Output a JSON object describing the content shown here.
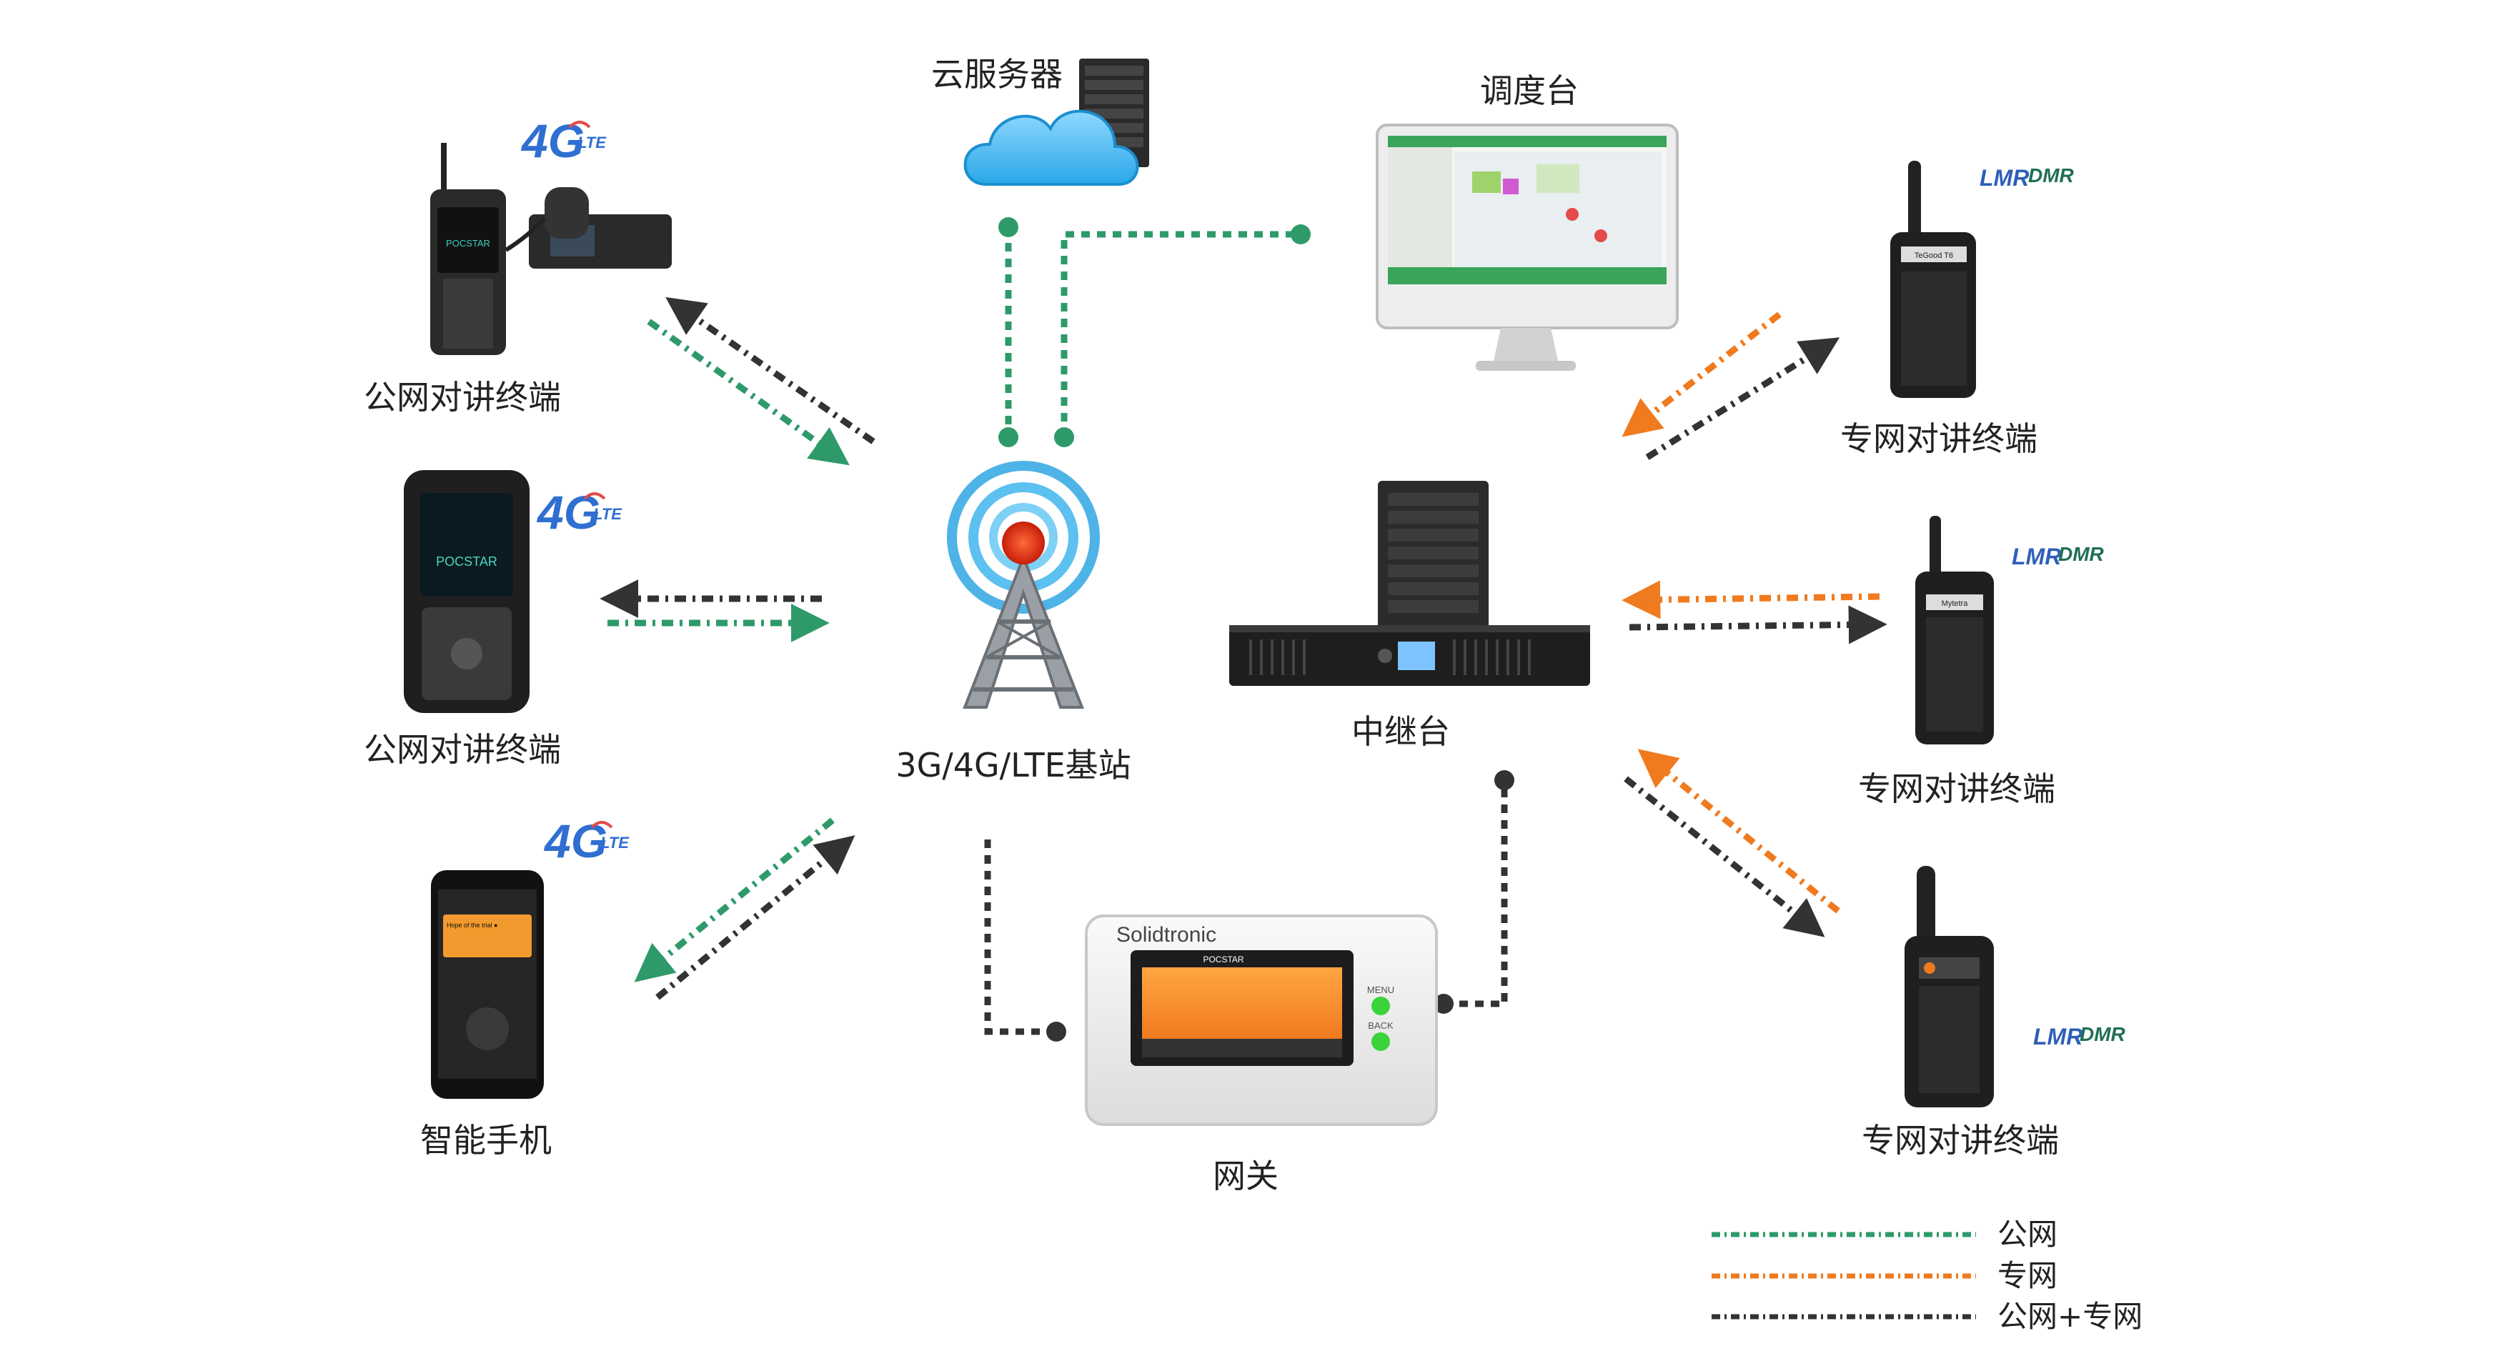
{
  "nodes": {
    "cloud_server": {
      "label": "云服务器"
    },
    "dispatch": {
      "label": "调度台"
    },
    "base_station": {
      "label": "3G/4G/LTE基站"
    },
    "repeater": {
      "label": "中继台"
    },
    "gateway": {
      "label": "网关",
      "brand": "Solidtronic",
      "screen_title": "POCSTAR",
      "menu_label": "MENU",
      "back_label": "BACK"
    },
    "public_terminal_1": {
      "label": "公网对讲终端",
      "badge": "4G",
      "badge_sub": "LTE",
      "screen_brand": "POCSTAR"
    },
    "public_terminal_2": {
      "label": "公网对讲终端",
      "badge": "4G",
      "badge_sub": "LTE",
      "screen_brand": "POCSTAR"
    },
    "smartphone": {
      "label": "智能手机",
      "badge": "4G",
      "badge_sub": "LTE",
      "app_text": "Hope of the trial ●"
    },
    "private_terminal_1": {
      "label": "专网对讲终端",
      "badge_a": "LMR",
      "badge_b": "DMR",
      "device_brand": "TeGood T6"
    },
    "private_terminal_2": {
      "label": "专网对讲终端",
      "badge_a": "LMR",
      "badge_b": "DMR",
      "device_brand": "Mytetra"
    },
    "private_terminal_3": {
      "label": "专网对讲终端",
      "badge_a": "LMR",
      "badge_b": "DMR"
    }
  },
  "legend": {
    "items": [
      {
        "label": "公网",
        "color": "#2e9a6a"
      },
      {
        "label": "专网",
        "color": "#f07a1e"
      },
      {
        "label": "公网+专网",
        "color": "#333333"
      }
    ]
  },
  "colors": {
    "public": "#2e9a6a",
    "private": "#f07a1e",
    "mixed": "#333333",
    "badge_4g": "#2f6fd1",
    "badge_lmr": "#2f5fb8",
    "badge_dmr": "#1f6f55"
  }
}
